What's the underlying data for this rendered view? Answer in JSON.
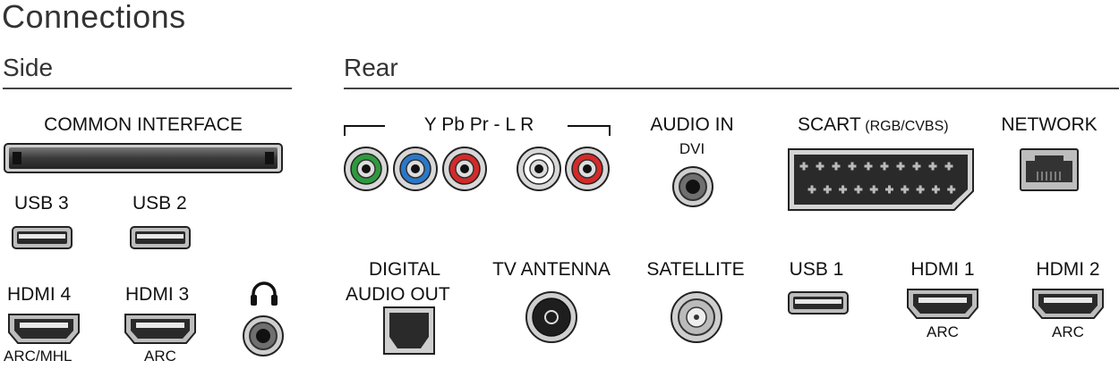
{
  "title": "Connections",
  "side": {
    "heading": "Side",
    "common_interface": "COMMON INTERFACE",
    "usb3": "USB 3",
    "usb2": "USB 2",
    "hdmi4": "HDMI 4",
    "hdmi4_sub": "ARC/MHL",
    "hdmi3": "HDMI 3",
    "hdmi3_sub": "ARC",
    "headphone_icon": "headphones-icon"
  },
  "rear": {
    "heading": "Rear",
    "ypbpr": "Y Pb Pr - L R",
    "audio_in": "AUDIO IN",
    "audio_in_sub": "DVI",
    "scart": "SCART",
    "scart_sub": "(RGB/CVBS)",
    "network": "NETWORK",
    "digital_audio_out_1": "DIGITAL",
    "digital_audio_out_2": "AUDIO OUT",
    "tv_antenna": "TV ANTENNA",
    "satellite": "SATELLITE",
    "usb1": "USB 1",
    "hdmi1": "HDMI 1",
    "hdmi1_sub": "ARC",
    "hdmi2": "HDMI 2",
    "hdmi2_sub": "ARC"
  },
  "colors": {
    "y": "#2e9a3e",
    "pb": "#2a78c8",
    "pr": "#d42a2a",
    "audio_l": "#ffffff",
    "audio_r": "#d42a2a"
  }
}
